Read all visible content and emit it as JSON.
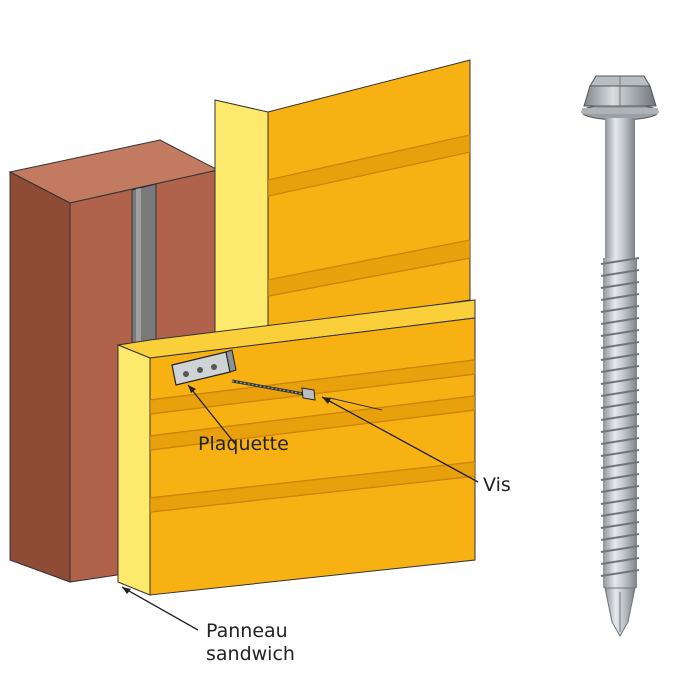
{
  "labels": {
    "plaquette": "Plaquette",
    "vis": "Vis",
    "panneau_line1": "Panneau",
    "panneau_line2": "sandwich"
  },
  "colors": {
    "brick": "#b0634a",
    "brick_dark": "#8e4c36",
    "brick_top": "#c27a61",
    "panel": "#f7b113",
    "panel_edge": "#fde96b",
    "panel_groove": "#e0960a",
    "rail": "#7a7a7a",
    "steel": "#c3c8cc",
    "outline": "#333333"
  },
  "icons": [
    "hex-head-screw-icon",
    "self-drilling-screw-icon",
    "plaquette-bracket-icon"
  ]
}
